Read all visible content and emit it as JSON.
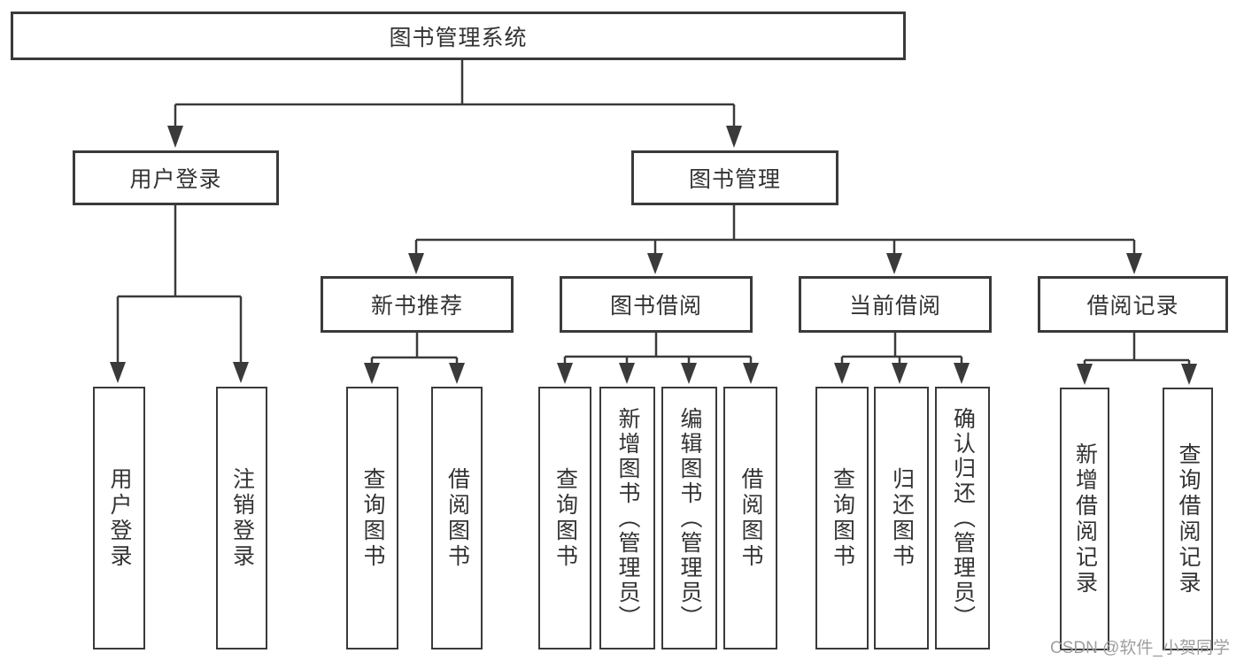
{
  "diagram": {
    "type": "hierarchy-tree",
    "colors": {
      "line": "#3a3a3a",
      "text": "#333333",
      "watermark": "#9e9e9e",
      "background": "#ffffff"
    },
    "tree": {
      "label": "图书管理系统",
      "children": [
        {
          "label": "用户登录",
          "children": [
            {
              "label": "用户登录"
            },
            {
              "label": "注销登录"
            }
          ]
        },
        {
          "label": "图书管理",
          "children": [
            {
              "label": "新书推荐",
              "children": [
                {
                  "label": "查询图书"
                },
                {
                  "label": "借阅图书"
                }
              ]
            },
            {
              "label": "图书借阅",
              "children": [
                {
                  "label": "查询图书"
                },
                {
                  "label": "新增图书（管理员）"
                },
                {
                  "label": "编辑图书（管理员）"
                },
                {
                  "label": "借阅图书"
                }
              ]
            },
            {
              "label": "当前借阅",
              "children": [
                {
                  "label": "查询图书"
                },
                {
                  "label": "归还图书"
                },
                {
                  "label": "确认归还（管理员）"
                }
              ]
            },
            {
              "label": "借阅记录",
              "children": [
                {
                  "label": "新增借阅记录"
                },
                {
                  "label": "查询借阅记录"
                }
              ]
            }
          ]
        }
      ]
    },
    "watermark": {
      "text": "CSDN @软件_小贺同学"
    }
  }
}
